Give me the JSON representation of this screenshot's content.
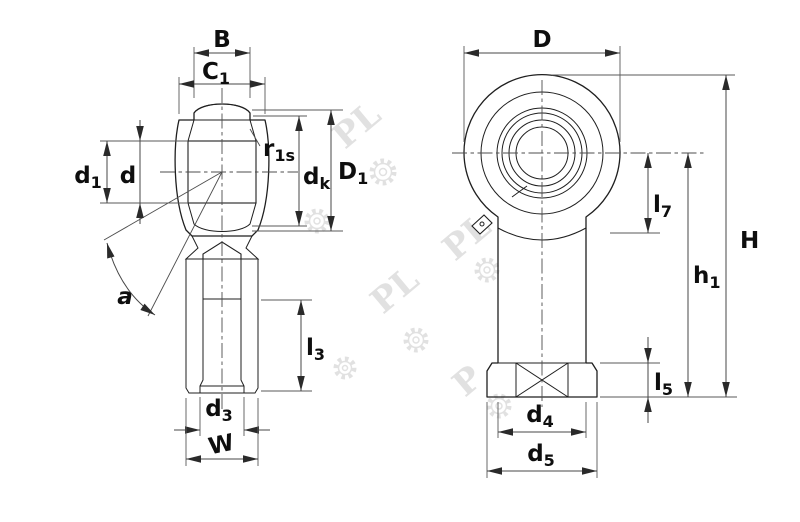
{
  "drawing": {
    "description": "Technical drawing of a female threaded rod end bearing, side section view and front view with dimension callouts",
    "line_color": "#1f1f1f",
    "dim_line_color": "#474747",
    "background": "#ffffff",
    "watermark_color": "#c9c9c9"
  },
  "labels": {
    "b": {
      "base": "B",
      "sub": ""
    },
    "c1": {
      "base": "C",
      "sub": "1"
    },
    "r1s": {
      "base": "r",
      "sub": "1s"
    },
    "d1": {
      "base": "d",
      "sub": "1"
    },
    "d": {
      "base": "d",
      "sub": ""
    },
    "dk": {
      "base": "d",
      "sub": "k"
    },
    "D1": {
      "base": "D",
      "sub": "1"
    },
    "a": {
      "base": "a",
      "sub": ""
    },
    "l3": {
      "base": "l",
      "sub": "3"
    },
    "d3": {
      "base": "d",
      "sub": "3"
    },
    "w": {
      "base": "W",
      "sub": ""
    },
    "D": {
      "base": "D",
      "sub": ""
    },
    "l7": {
      "base": "l",
      "sub": "7"
    },
    "h1": {
      "base": "h",
      "sub": "1"
    },
    "H": {
      "base": "H",
      "sub": ""
    },
    "l5": {
      "base": "l",
      "sub": "5"
    },
    "d4": {
      "base": "d",
      "sub": "4"
    },
    "d5": {
      "base": "d",
      "sub": "5"
    }
  },
  "watermark": {
    "pl": "PL",
    "p": "P"
  }
}
